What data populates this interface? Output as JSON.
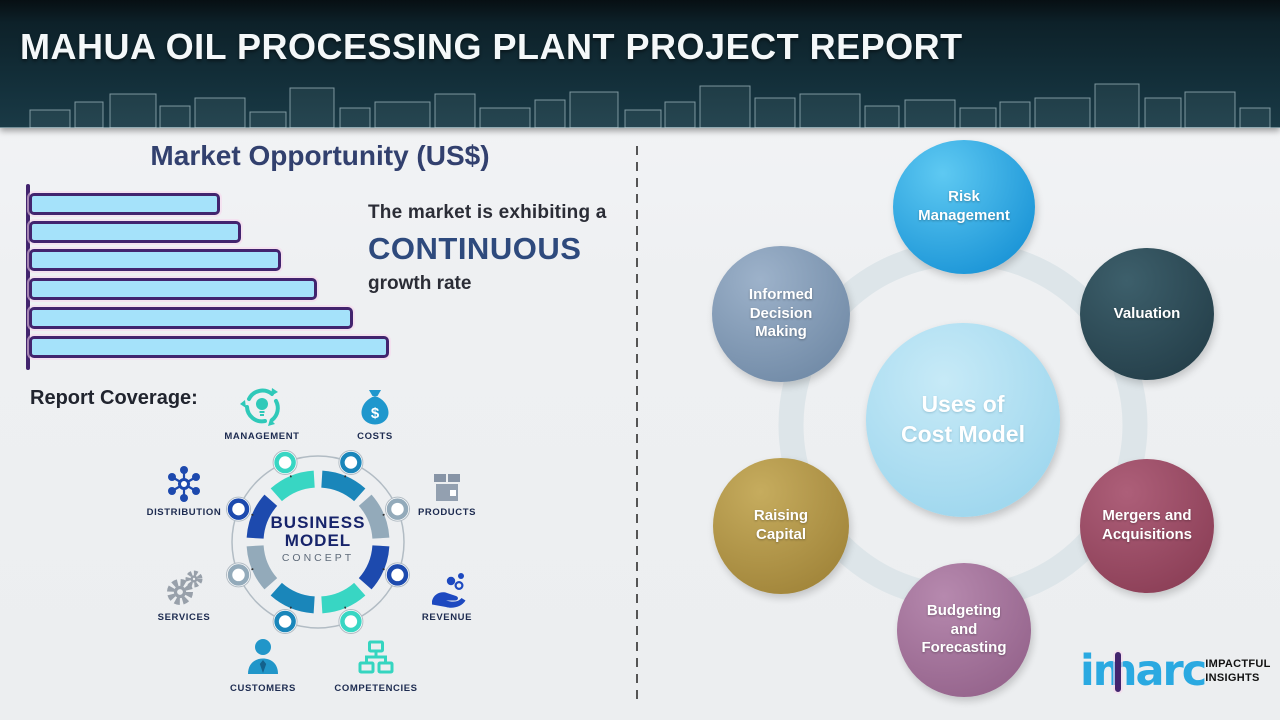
{
  "header": {
    "title": "MAHUA OIL PROCESSING PLANT PROJECT REPORT"
  },
  "market": {
    "title": "Market Opportunity (US$)",
    "line1": "The market is exhibiting a",
    "emphasis": "CONTINUOUS",
    "line2": "growth rate"
  },
  "chart_data": {
    "type": "bar",
    "orientation": "horizontal",
    "title": "Market Opportunity (US$)",
    "categories": [
      "",
      "",
      "",
      "",
      "",
      ""
    ],
    "values": [
      53,
      59,
      70,
      80,
      90,
      100
    ],
    "note": "six unlabeled bars increasing steadily top to bottom; values are relative lengths (max = 100)",
    "xlabel": "",
    "ylabel": "",
    "grid": false,
    "bar_fill": "#a5e2fa",
    "bar_border": "#42246e",
    "annotation": "The market is exhibiting a CONTINUOUS growth rate"
  },
  "coverage": {
    "label": "Report Coverage:",
    "center": {
      "l1": "BUSINESS",
      "l2": "MODEL",
      "l3": "CONCEPT"
    },
    "items": [
      {
        "label": "MANAGEMENT",
        "icon": "management-icon",
        "color": "#2fc9b9"
      },
      {
        "label": "COSTS",
        "icon": "costs-icon",
        "color": "#1f97cd"
      },
      {
        "label": "DISTRIBUTION",
        "icon": "distribution-icon",
        "color": "#1d49ae"
      },
      {
        "label": "PRODUCTS",
        "icon": "products-icon",
        "color": "#8794a6"
      },
      {
        "label": "SERVICES",
        "icon": "services-icon",
        "color": "#98a0aa"
      },
      {
        "label": "REVENUE",
        "icon": "revenue-icon",
        "color": "#1d49c0"
      },
      {
        "label": "CUSTOMERS",
        "icon": "customers-icon",
        "color": "#2196c9"
      },
      {
        "label": "COMPETENCIES",
        "icon": "competencies-icon",
        "color": "#35d5c0"
      }
    ],
    "ring_colors": [
      "#38d6c3",
      "#1a86ba",
      "#93aaba",
      "#1d4aae"
    ]
  },
  "uses": {
    "center": {
      "lines": [
        "Uses of",
        "Cost Model"
      ],
      "light": "#c7eaf7",
      "color": "#9fd7ee"
    },
    "bubbles": [
      {
        "label": "Risk Management",
        "lines": [
          "Risk",
          "Management"
        ],
        "light": "#5ec9f2",
        "color": "#1e97d8"
      },
      {
        "label": "Informed Decision Making",
        "lines": [
          "Informed",
          "Decision",
          "Making"
        ],
        "light": "#9db2ca",
        "color": "#748da9"
      },
      {
        "label": "Valuation",
        "lines": [
          "Valuation"
        ],
        "light": "#3d5f6b",
        "color": "#26414c"
      },
      {
        "label": "Raising Capital",
        "lines": [
          "Raising",
          "Capital"
        ],
        "light": "#c6ac5e",
        "color": "#a3873c"
      },
      {
        "label": "Mergers and Acquisitions",
        "lines": [
          "Mergers and",
          "Acquisitions"
        ],
        "light": "#ad5f79",
        "color": "#8e4159"
      },
      {
        "label": "Budgeting and Forecasting",
        "lines": [
          "Budgeting",
          "and",
          "Forecasting"
        ],
        "light": "#b689ae",
        "color": "#97668e"
      }
    ]
  },
  "brand": {
    "logo": "imarc",
    "tag1": "IMPACTFUL",
    "tag2": "INSIGHTS"
  }
}
